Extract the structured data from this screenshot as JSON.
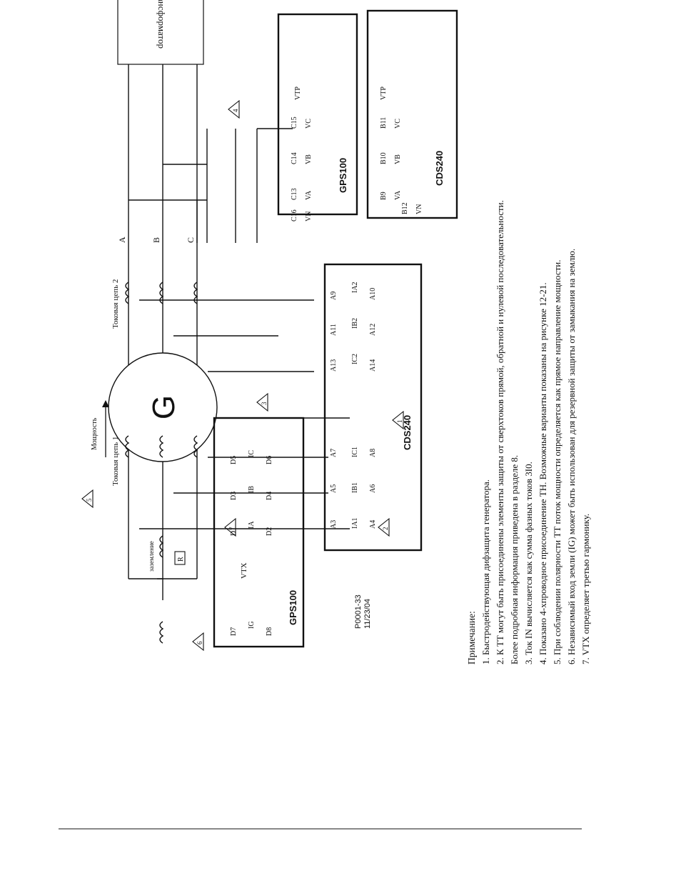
{
  "diagram": {
    "transformer_label": "Трансформатор",
    "generator_label": "G",
    "power_label": "Мощность",
    "current_circuit_1": "Токовая цепь 1",
    "current_circuit_2": "Токовая цепь 2",
    "grounding_label": "заземление",
    "resistor_label": "R",
    "phase_labels": [
      "A",
      "B",
      "C"
    ],
    "gps100_label": "GPS100",
    "cds240_label": "CDS240",
    "vtx_label": "VTX",
    "gps_volt_terms": [
      "C13",
      "C14",
      "C15",
      "C16"
    ],
    "gps_volt_phases": [
      "VA",
      "VB",
      "VC",
      "VN"
    ],
    "vtp_label": "VTP",
    "cds_volt_terms": [
      "B9",
      "B10",
      "B11",
      "B12"
    ],
    "gps_curr_terms": [
      "D1",
      "D2",
      "D3",
      "D4",
      "D5",
      "D6",
      "D7",
      "D8"
    ],
    "gps_curr_phases": [
      "IA",
      "IB",
      "IC",
      "IG"
    ],
    "cds_curr_terms_1": [
      "A3",
      "A4",
      "A5",
      "A6",
      "A7",
      "A8"
    ],
    "cds_curr_phases_1": [
      "IA1",
      "IB1",
      "IC1"
    ],
    "cds_curr_terms_2": [
      "A9",
      "A10",
      "A11",
      "A12",
      "A13",
      "A14"
    ],
    "cds_curr_phases_2": [
      "IA2",
      "IB2",
      "IC2"
    ],
    "note_markers": [
      "1",
      "2",
      "3",
      "4",
      "5",
      "6",
      "7"
    ],
    "drawing_id": "P0001-33",
    "drawing_date": "11/23/04"
  },
  "notes": {
    "title": "Примечание:",
    "items": [
      "1. Быстродействующая дифзащита генератора.",
      "2. К ТТ могут быть присоединены элементы защиты от сверхтоков прямой, обратной и нулевой последовательности.",
      "Более подробная информация приведена в разделе 8.",
      "3. Ток IN вычисляется как сумма фазных токов 3I0.",
      "4. Показано 4-хпроводное присоединение ТН. Возможные варианты показаны на рисунке 12-21.",
      "5. При соблюдении полярности ТТ поток мощности определяется как прямое направление мощности.",
      "6. Независимый вход земли (IG) может быть использован для резервной защиты от замыкания на землю.",
      "7. VTX определяет третью гармонику."
    ]
  }
}
